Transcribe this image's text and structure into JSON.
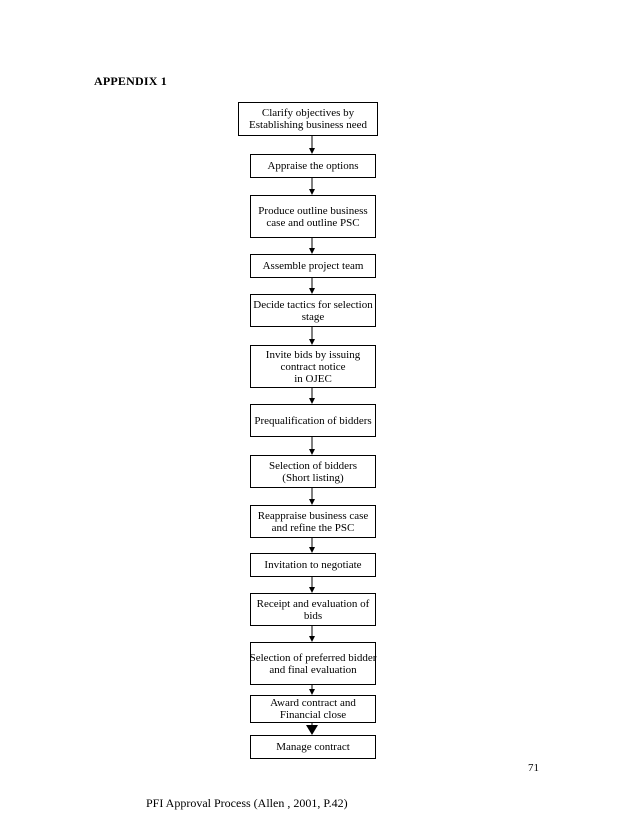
{
  "heading": "APPENDIX 1",
  "flowchart": {
    "steps": [
      {
        "lines": [
          "Clarify objectives by",
          "Establishing business need"
        ]
      },
      {
        "lines": [
          "Appraise the options"
        ]
      },
      {
        "lines": [
          "Produce outline business",
          "case and outline PSC"
        ]
      },
      {
        "lines": [
          "Assemble project team"
        ]
      },
      {
        "lines": [
          "Decide tactics for selection",
          "stage"
        ]
      },
      {
        "lines": [
          "Invite bids by issuing",
          "contract notice",
          "in OJEC"
        ]
      },
      {
        "lines": [
          "Prequalification of bidders"
        ]
      },
      {
        "lines": [
          "Selection of bidders",
          "(Short listing)"
        ]
      },
      {
        "lines": [
          "Reappraise business case",
          "and refine the PSC"
        ]
      },
      {
        "lines": [
          "Invitation to negotiate"
        ]
      },
      {
        "lines": [
          "Receipt and evaluation of",
          "bids"
        ]
      },
      {
        "lines": [
          "Selection of preferred bidder",
          "and final evaluation"
        ]
      },
      {
        "lines": [
          "Award contract and",
          "Financial close"
        ]
      },
      {
        "lines": [
          "Manage contract"
        ]
      }
    ]
  },
  "page_number": "71",
  "caption": "PFI Approval Process (Allen , 2001, P.42)"
}
